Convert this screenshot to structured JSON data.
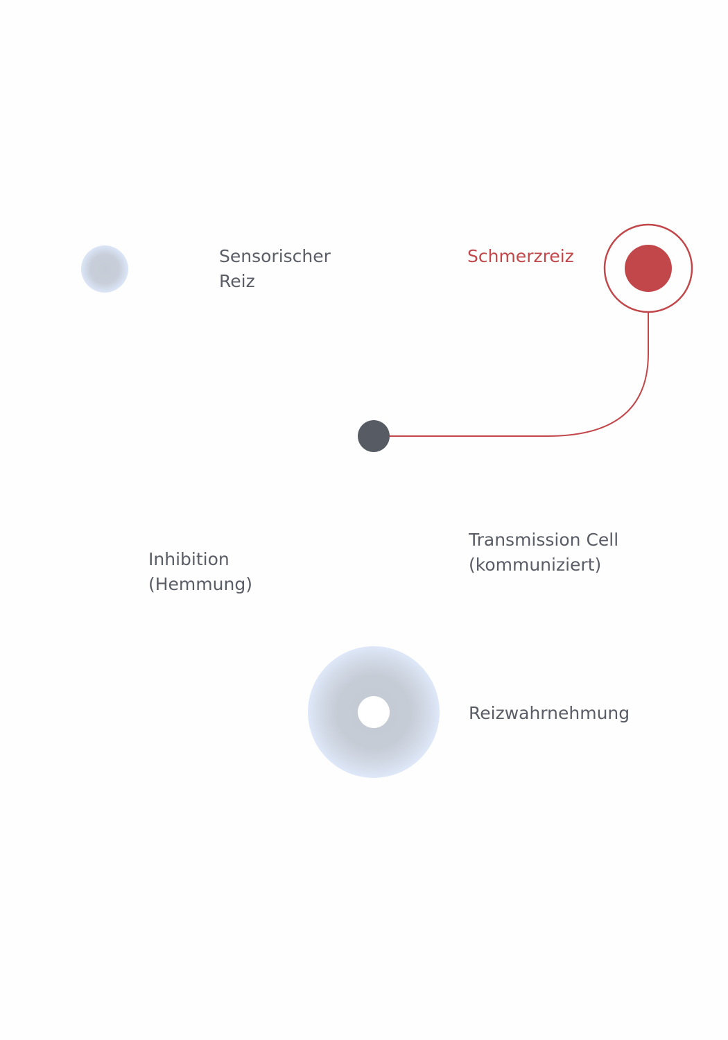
{
  "labels": {
    "sensory": {
      "line1": "Sensorischer",
      "line2": "Reiz"
    },
    "pain": "Schmerzreiz",
    "inhibition": {
      "line1": "Inhibition",
      "line2": "(Hemmung)"
    },
    "transmission": {
      "line1": "Transmission Cell",
      "line2": "(kommuniziert)"
    },
    "perception": "Reizwahrnehmung"
  },
  "colors": {
    "pain_red": "#c1474a",
    "text_gray": "#5a5d66",
    "node_dark": "#575b64",
    "node_blue_gray": "#c6ccd6",
    "glow_blue": "#dde7f8"
  }
}
